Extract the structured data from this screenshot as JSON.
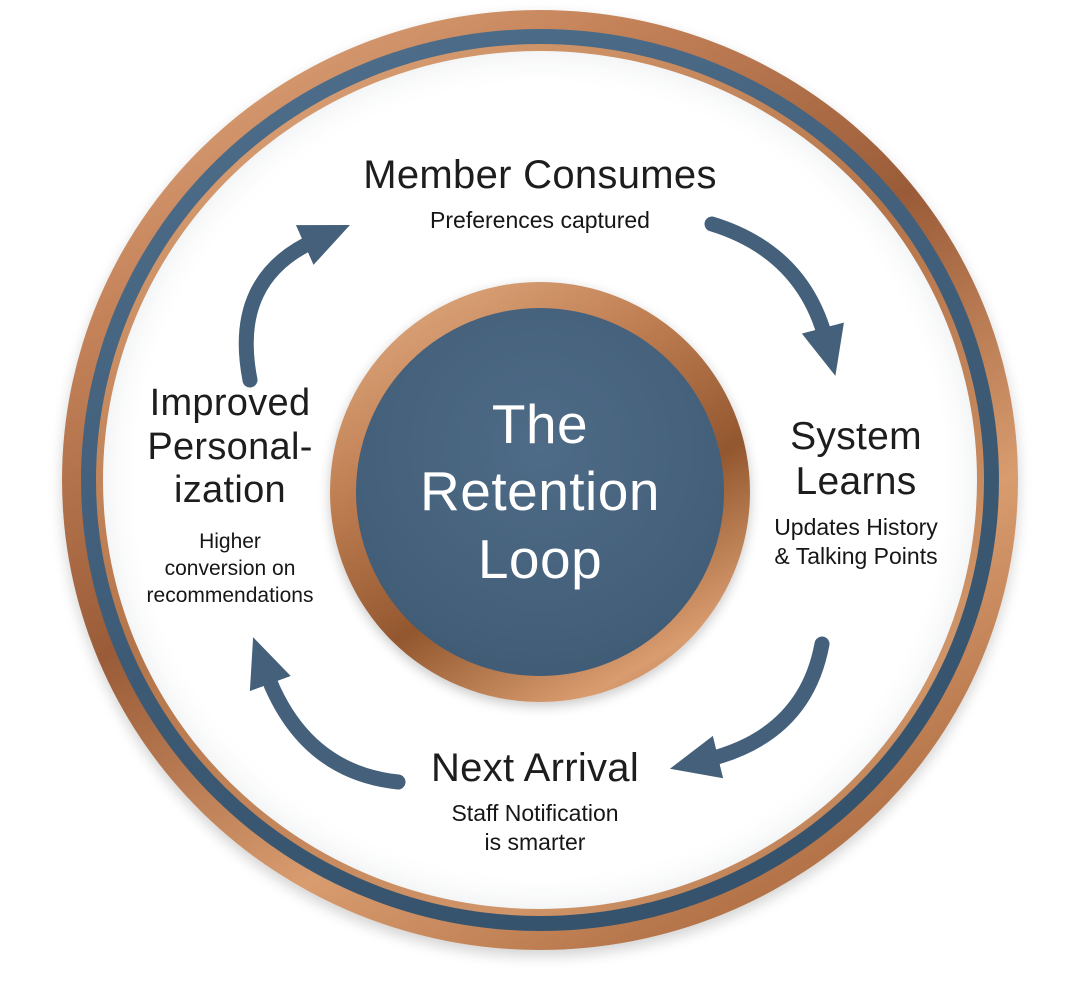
{
  "diagram_title": "The Retention Loop",
  "center": {
    "line1": "The",
    "line2": "Retention",
    "line3": "Loop"
  },
  "stages": {
    "member_consumes": {
      "label": "Member Consumes",
      "subtitle": "Preferences captured"
    },
    "system_learns": {
      "label_line1": "System",
      "label_line2": "Learns",
      "subtitle_line1": "Updates History",
      "subtitle_line2": "& Talking Points"
    },
    "next_arrival": {
      "label": "Next Arrival",
      "subtitle_line1": "Staff Notification",
      "subtitle_line2": "is smarter"
    },
    "improved_personalization": {
      "label_line1": "Improved",
      "label_line2": "Personal-",
      "label_line3": "ization",
      "subtitle_line1": "Higher",
      "subtitle_line2": "conversion on",
      "subtitle_line3": "recommendations"
    }
  },
  "flow": [
    "Member Consumes",
    "System Learns",
    "Next Arrival",
    "Improved Personalization"
  ],
  "colors": {
    "copper": "#bd7c50",
    "copper_light": "#e2a97e",
    "copper_dark": "#93572f",
    "slate": "#44607a",
    "center_fill": "#46617b",
    "label_text": "#1d1d1d",
    "center_text": "#ffffff",
    "background": "#ffffff"
  },
  "icons": {
    "cycle_arrow": "curved-clockwise-arrow"
  }
}
